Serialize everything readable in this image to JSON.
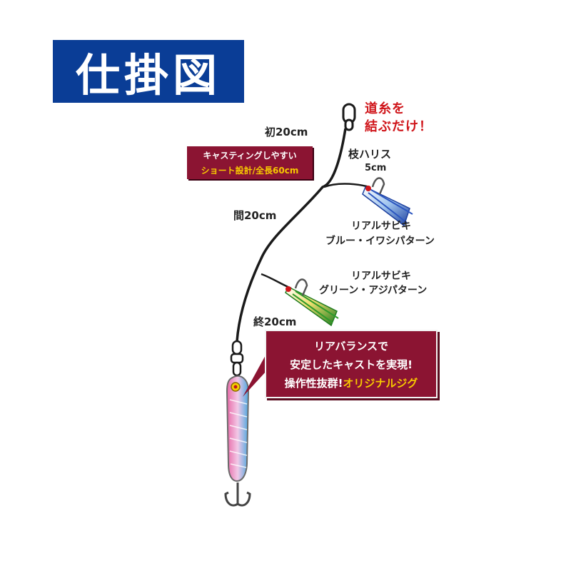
{
  "title": "仕掛図",
  "callout_main_line": {
    "line1": "道糸を",
    "line2": "結ぶだけ！"
  },
  "labels": {
    "first_section": "初20cm",
    "branch_leader_title": "枝ハリス",
    "branch_leader_length": "5cm",
    "middle_section": "間20cm",
    "last_section": "終20cm"
  },
  "promo": {
    "line1": "キャスティングしやすい",
    "line2": "ショート設計/全長60cm"
  },
  "sabiki_1": {
    "line1": "リアルサビキ",
    "line2": "ブルー・イワシパターン"
  },
  "sabiki_2": {
    "line1": "リアルサビキ",
    "line2": "グリーン・アジパターン"
  },
  "jig_callout": {
    "line1": "リアバランスで",
    "line2": "安定したキャストを実現!",
    "line3_prefix": "操作性抜群!",
    "line3_highlight": "オリジナルジグ"
  },
  "colors": {
    "title_bg": "#0a3d96",
    "callout_red": "#d0161b",
    "box_bg": "#8b1432",
    "highlight_yellow": "#f7c900",
    "jig_pink": "#e86aa8",
    "jig_blue": "#4fa8e0",
    "lure_blue": "#3566c8",
    "lure_green": "#2f9a2a"
  }
}
